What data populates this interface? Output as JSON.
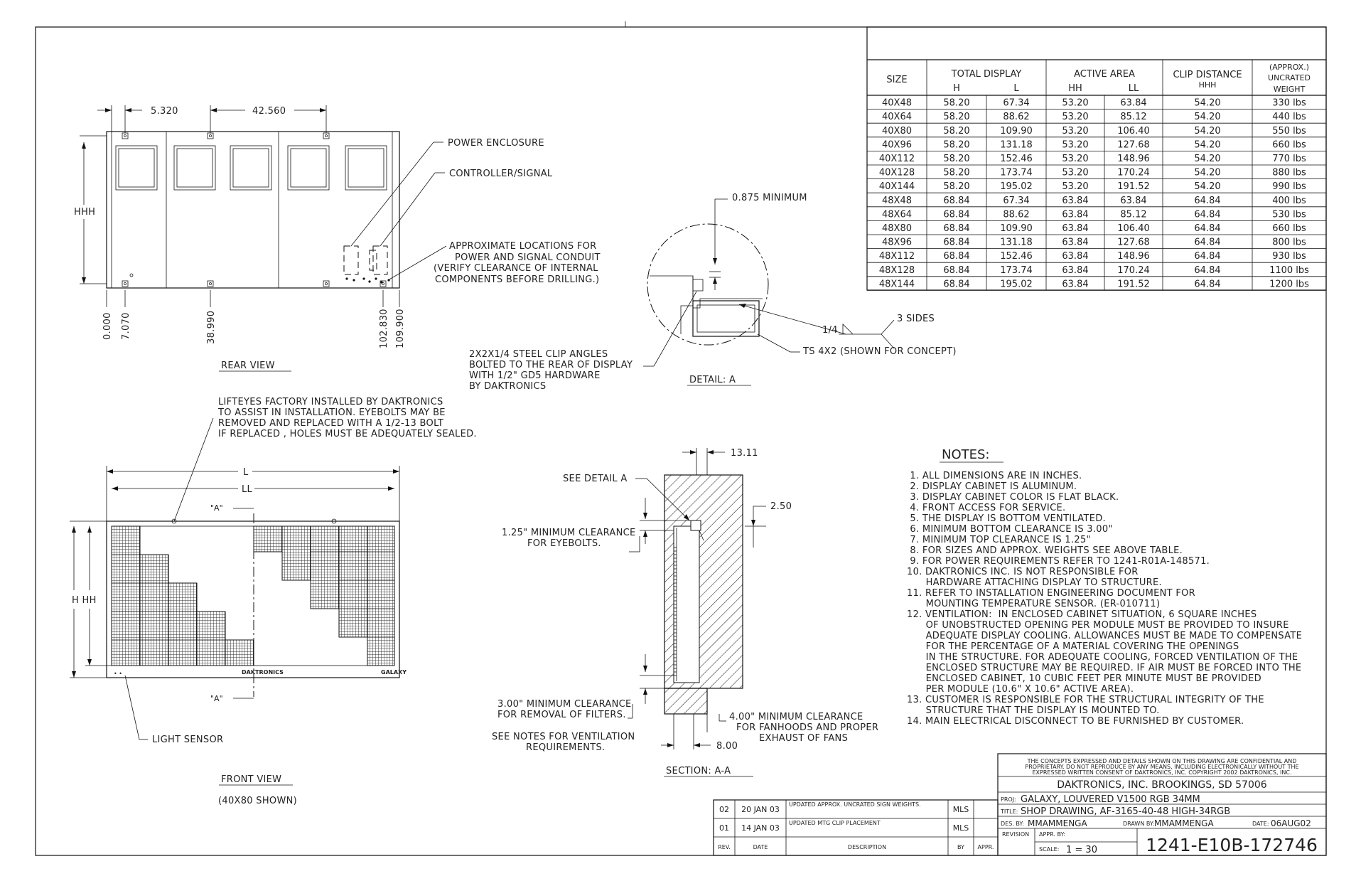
{
  "table": {
    "headers": {
      "size": "SIZE",
      "total_display": "TOTAL DISPLAY",
      "total_h": "H",
      "total_l": "L",
      "active_area": "ACTIVE AREA",
      "active_hh": "HH",
      "active_ll": "LL",
      "clip_distance": "CLIP DISTANCE",
      "clip_hhh": "HHH",
      "weight_1": "(APPROX.)",
      "weight_2": "UNCRATED",
      "weight_3": "WEIGHT"
    },
    "rows": [
      [
        "40X48",
        "58.20",
        "67.34",
        "53.20",
        "63.84",
        "54.20",
        "330 lbs"
      ],
      [
        "40X64",
        "58.20",
        "88.62",
        "53.20",
        "85.12",
        "54.20",
        "440 lbs"
      ],
      [
        "40X80",
        "58.20",
        "109.90",
        "53.20",
        "106.40",
        "54.20",
        "550 lbs"
      ],
      [
        "40X96",
        "58.20",
        "131.18",
        "53.20",
        "127.68",
        "54.20",
        "660 lbs"
      ],
      [
        "40X112",
        "58.20",
        "152.46",
        "53.20",
        "148.96",
        "54.20",
        "770 lbs"
      ],
      [
        "40X128",
        "58.20",
        "173.74",
        "53.20",
        "170.24",
        "54.20",
        "880 lbs"
      ],
      [
        "40X144",
        "58.20",
        "195.02",
        "53.20",
        "191.52",
        "54.20",
        "990 lbs"
      ],
      [
        "48X48",
        "68.84",
        "67.34",
        "63.84",
        "63.84",
        "64.84",
        "400 lbs"
      ],
      [
        "48X64",
        "68.84",
        "88.62",
        "63.84",
        "85.12",
        "64.84",
        "530 lbs"
      ],
      [
        "48X80",
        "68.84",
        "109.90",
        "63.84",
        "106.40",
        "64.84",
        "660 lbs"
      ],
      [
        "48X96",
        "68.84",
        "131.18",
        "63.84",
        "127.68",
        "64.84",
        "800 lbs"
      ],
      [
        "48X112",
        "68.84",
        "152.46",
        "63.84",
        "148.96",
        "64.84",
        "930 lbs"
      ],
      [
        "48X128",
        "68.84",
        "173.74",
        "63.84",
        "170.24",
        "64.84",
        "1100 lbs"
      ],
      [
        "48X144",
        "68.84",
        "195.02",
        "63.84",
        "191.52",
        "64.84",
        "1200 lbs"
      ]
    ]
  },
  "rear_view": {
    "title": "REAR VIEW",
    "dim_left": "5.320",
    "dim_mid": "42.560",
    "hhh": "HHH",
    "callout_power": "POWER ENCLOSURE",
    "callout_controller": "CONTROLLER/SIGNAL",
    "conduit_1": "APPROXIMATE LOCATIONS FOR",
    "conduit_2": "POWER AND SIGNAL CONDUIT",
    "conduit_3": "(VERIFY CLEARANCE OF INTERNAL",
    "conduit_4": "COMPONENTS BEFORE DRILLING.)",
    "x_0": "0.000",
    "x_1": "7.070",
    "x_2": "38.990",
    "x_3": "102.830",
    "x_4": "109.900"
  },
  "detail_a": {
    "title": "DETAIL: A",
    "minimum": "0.875 MINIMUM",
    "weld_size": "1/4",
    "weld_sides": "3 SIDES",
    "ts": "TS 4X2 (SHOWN FOR CONCEPT)",
    "clip_1": "2X2X1/4 STEEL CLIP ANGLES",
    "clip_2": "BOLTED TO THE REAR OF DISPLAY",
    "clip_3": "WITH 1/2\" GD5 HARDWARE",
    "clip_4": "BY DAKTRONICS"
  },
  "front_view": {
    "title": "FRONT VIEW",
    "subtitle": "(40X80 SHOWN)",
    "lift_1": "LIFTEYES FACTORY INSTALLED BY DAKTRONICS",
    "lift_2": "TO ASSIST IN INSTALLATION. EYEBOLTS MAY BE",
    "lift_3": "REMOVED AND REPLACED WITH A 1/2-13 BOLT",
    "lift_4": "IF REPLACED , HOLES MUST BE ADEQUATELY SEALED.",
    "dim_l": "L",
    "dim_ll": "LL",
    "a_top": "\"A\"",
    "a_bottom": "\"A\"",
    "h_hh": "H  HH",
    "light_sensor": "LIGHT SENSOR",
    "brand": "DAKTRONICS",
    "model": "GALAXY"
  },
  "section": {
    "title": "SECTION: A-A",
    "dim_top": "13.11",
    "dim_250": "2.50",
    "dim_800": "8.00",
    "see_detail": "SEE DETAIL A",
    "clear_1": "1.25\" MINIMUM CLEARANCE",
    "clear_2": "FOR EYEBOLTS.",
    "filters_1": "3.00\" MINIMUM CLEARANCE",
    "filters_2": "FOR REMOVAL OF FILTERS.",
    "vent_1": "SEE NOTES FOR VENTILATION",
    "vent_2": "REQUIREMENTS.",
    "fan_1": "4.00\" MINIMUM CLEARANCE",
    "fan_2": "FOR FANHOODS AND PROPER",
    "fan_3": "EXHAUST OF FANS"
  },
  "notes": {
    "title": "NOTES:",
    "lines": [
      " 1. ALL DIMENSIONS ARE IN INCHES.",
      " 2. DISPLAY CABINET IS ALUMINUM.",
      " 3. DISPLAY CABINET COLOR IS FLAT BLACK.",
      " 4. FRONT ACCESS FOR SERVICE.",
      " 5. THE DISPLAY IS BOTTOM VENTILATED.",
      " 6. MINIMUM BOTTOM CLEARANCE IS 3.00\"",
      " 7. MINIMUM TOP CLEARANCE IS 1.25\"",
      " 8. FOR SIZES AND APPROX. WEIGHTS SEE ABOVE TABLE.",
      " 9. FOR POWER REQUIREMENTS REFER TO 1241-R01A-148571.",
      "10. DAKTRONICS INC. IS NOT RESPONSIBLE FOR",
      "      HARDWARE ATTACHING DISPLAY TO STRUCTURE.",
      "11. REFER TO INSTALLATION ENGINEERING DOCUMENT FOR",
      "      MOUNTING TEMPERATURE SENSOR. (ER-010711)",
      "12. VENTILATION:  IN ENCLOSED CABINET SITUATION, 6 SQUARE INCHES",
      "      OF UNOBSTRUCTED OPENING PER MODULE MUST BE PROVIDED TO INSURE",
      "      ADEQUATE DISPLAY COOLING. ALLOWANCES MUST BE MADE TO COMPENSATE",
      "      FOR THE PERCENTAGE OF A MATERIAL COVERING THE OPENINGS",
      "      IN THE STRUCTURE. FOR ADEQUATE COOLING, FORCED VENTILATION OF THE",
      "      ENCLOSED STRUCTURE MAY BE REQUIRED. IF AIR MUST BE FORCED INTO THE",
      "      ENCLOSED CABINET, 10 CUBIC FEET PER MINUTE MUST BE PROVIDED",
      "      PER MODULE (10.6\" X 10.6\" ACTIVE AREA).",
      "13. CUSTOMER IS RESPONSIBLE FOR THE STRUCTURAL INTEGRITY OF THE",
      "      STRUCTURE THAT THE DISPLAY IS MOUNTED TO.",
      "14. MAIN ELECTRICAL DISCONNECT TO BE FURNISHED BY CUSTOMER."
    ]
  },
  "revisions": [
    {
      "rev": "02",
      "date": "20 JAN 03",
      "desc": "UPDATED APPROX. UNCRATED SIGN WEIGHTS.",
      "by": "MLS",
      "appr": ""
    },
    {
      "rev": "01",
      "date": "14 JAN 03",
      "desc": "UPDATED MTG CLIP PLACEMENT",
      "by": "MLS",
      "appr": ""
    }
  ],
  "revision_headers": {
    "rev": "REV.",
    "date": "DATE",
    "desc": "DESCRIPTION",
    "by": "BY",
    "appr": "APPR."
  },
  "title_block": {
    "conf_1": "THE CONCEPTS  EXPRESSED  AND  DETAILS SHOWN ON THIS DRAWING ARE CONFIDENTIAL AND",
    "conf_2": "PROPRIETARY.  DO NOT REPRODUCE BY ANY MEANS, INCLUDING ELECTRONICALLY WITHOUT THE",
    "conf_3": "EXPRESSED WRITTEN CONSENT OF DAKTRONICS, INC.          COPYRIGHT 2002 DAKTRONICS, INC.",
    "company": "DAKTRONICS, INC.  BROOKINGS, SD 57006",
    "proj_label": "PROJ:",
    "proj": "GALAXY, LOUVERED V1500 RGB 34MM",
    "title_label": "TITLE:",
    "title": "SHOP DRAWING, AF-3165-40-48 HIGH-34RGB",
    "des_label": "DES. BY:",
    "des": "MMAMMENGA",
    "drawn_label": "DRAWN BY:",
    "drawn": "MMAMMENGA",
    "date_label": "DATE:",
    "date": "06AUG02",
    "revision_label": "REVISION",
    "appr_label": "APPR. BY:",
    "scale_label": "SCALE:",
    "scale": "1  =  30",
    "dwg_no": "1241-E10B-172746"
  }
}
